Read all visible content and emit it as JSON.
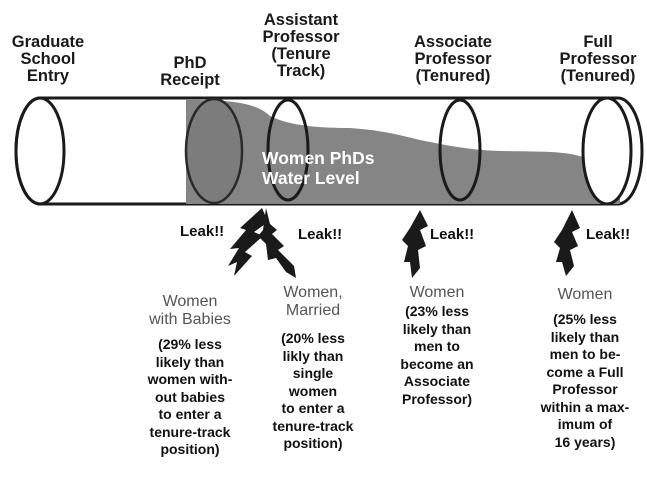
{
  "stages": [
    {
      "id": "graduate-school-entry",
      "label": "Graduate\nSchool\nEntry"
    },
    {
      "id": "phd-receipt",
      "label": "PhD\nReceipt"
    },
    {
      "id": "assistant-professor",
      "label": "Assistant\nProfessor\n(Tenure\nTrack)"
    },
    {
      "id": "associate-professor",
      "label": "Associate\nProfessor\n(Tenured)"
    },
    {
      "id": "full-professor",
      "label": "Full\nProfessor\n(Tenured)"
    }
  ],
  "water_label": "Women PhDs\nWater Level",
  "leaks": [
    {
      "id": "babies",
      "leak_label": "Leak!!",
      "who": "Women\nwith Babies",
      "stat": "(29% less\nlikely than\nwomen with-\nout babies\nto enter a\ntenure-track\nposition)"
    },
    {
      "id": "married",
      "leak_label": "Leak!!",
      "who": "Women,\nMarried",
      "stat": "(20% less\nlikly than\nsingle\nwomen\nto enter a\ntenure-track\nposition)"
    },
    {
      "id": "associate",
      "leak_label": "Leak!!",
      "who": "Women",
      "stat": "(23% less\nlikely than\nmen to\nbecome an\nAssociate\nProfessor)"
    },
    {
      "id": "full",
      "leak_label": "Leak!!",
      "who": "Women",
      "stat": "(25% less\nlikely than\nmen to be-\ncome a Full\nProfessor\nwithin a max-\nimum of\n16 years)"
    }
  ],
  "colors": {
    "water": "#858585",
    "pipe_outline": "#1a1a1a",
    "pipe_fill": "#ffffff",
    "drip": "#1a1a1a",
    "water_text": "#ffffff"
  }
}
